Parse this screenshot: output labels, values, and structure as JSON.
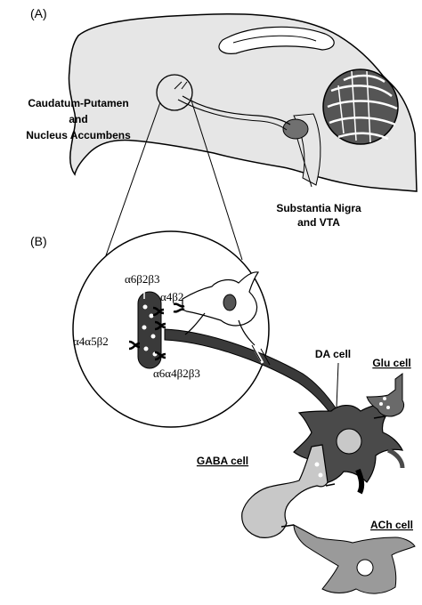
{
  "panels": {
    "a": "(A)",
    "b": "(B)"
  },
  "regions": {
    "striatum_line1": "Caudatum-Putamen",
    "striatum_line2": "and",
    "striatum_line3": "Nucleus Accumbens",
    "midbrain_line1": "Substantia Nigra",
    "midbrain_line2": "and VTA"
  },
  "receptors": {
    "r1": "α6β2β3",
    "r2": "α4β2",
    "r3": "α4α5β2",
    "r4": "α6α4β2β3"
  },
  "cells": {
    "da": "DA cell",
    "glu": "Glu cell",
    "gaba": "GABA cell",
    "ach": "ACh cell"
  },
  "colors": {
    "brain": "#e6e6e6",
    "cerebellum": "#555555",
    "da_cell": "#4a4a4a",
    "glu_cell": "#6a6a6a",
    "gaba_cell": "#c8c8c8",
    "ach_cell": "#9a9a9a",
    "outline": "#000000"
  }
}
